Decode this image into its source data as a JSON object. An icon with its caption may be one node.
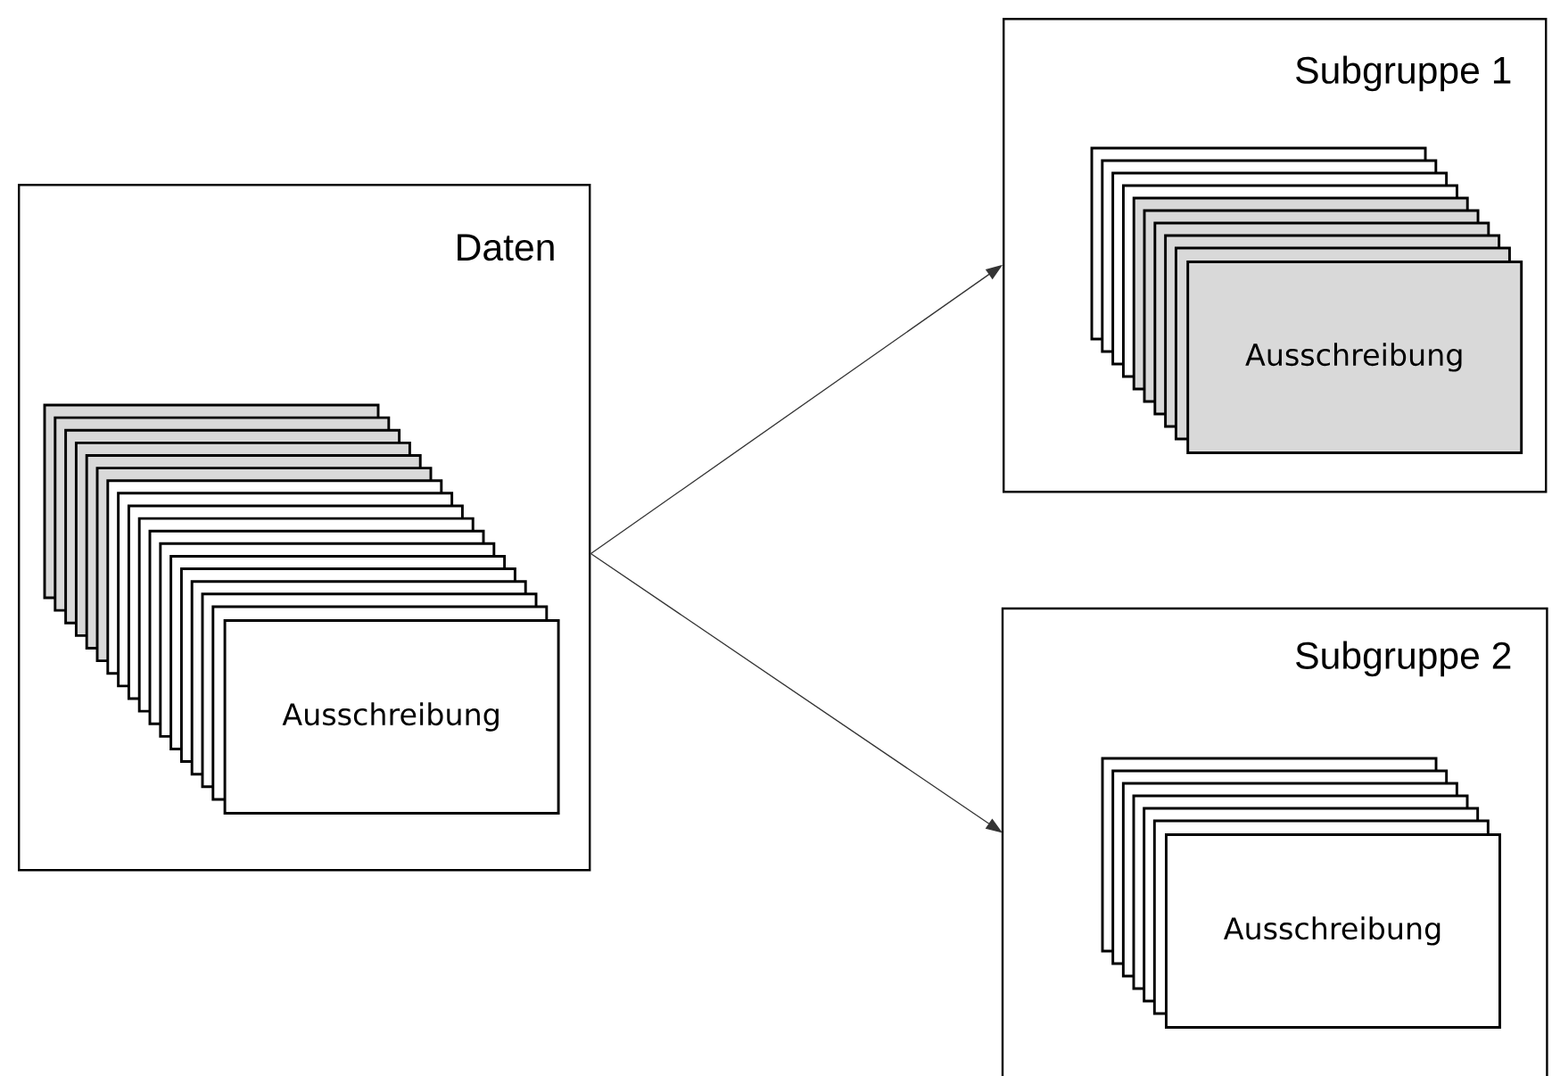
{
  "diagram": {
    "nodes": [
      {
        "text": [
          "Daten"
        ]
      },
      {
        "text": [
          "Ausschreibung"
        ],
        "in": 0
      },
      {
        "text": [
          "Subgruppe 1"
        ]
      },
      {
        "text": [
          "Ausschreibung"
        ],
        "in": 2
      },
      {
        "text": [
          "Subgruppe 2"
        ]
      },
      {
        "text": [
          "Ausschreibung"
        ],
        "in": 4
      }
    ],
    "edges": [
      {
        "from": 0,
        "to": 2,
        "arrow": "to"
      },
      {
        "from": 0,
        "to": 4,
        "arrow": "to"
      }
    ]
  }
}
